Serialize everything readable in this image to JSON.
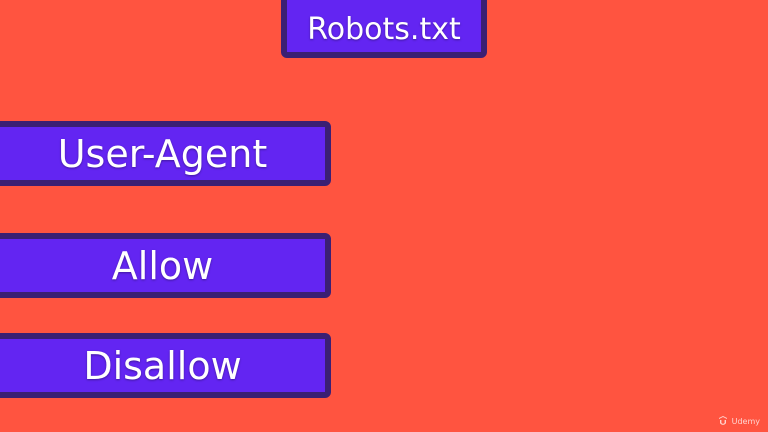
{
  "title": "Robots.txt",
  "items": [
    {
      "label": "User-Agent"
    },
    {
      "label": "Allow"
    },
    {
      "label": "Disallow"
    }
  ],
  "watermark": {
    "text": "Udemy",
    "icon": "udemy-logo-icon"
  },
  "colors": {
    "background": "#FF5440",
    "box_fill": "#6325F2",
    "box_border": "#3B1F73",
    "text": "#FFFFFF"
  }
}
